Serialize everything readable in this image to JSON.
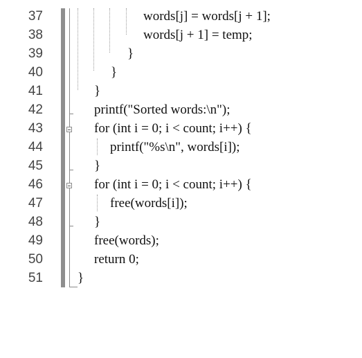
{
  "editor": {
    "lines": [
      {
        "number": "37",
        "code": "words[j] = words[j + 1];"
      },
      {
        "number": "38",
        "code": "words[j + 1] = temp;"
      },
      {
        "number": "39",
        "code": "}"
      },
      {
        "number": "40",
        "code": "}"
      },
      {
        "number": "41",
        "code": "}"
      },
      {
        "number": "42",
        "code": "printf(\"Sorted words:\\n\");"
      },
      {
        "number": "43",
        "code": "for (int i = 0; i < count; i++) {"
      },
      {
        "number": "44",
        "code": "printf(\"%s\\n\", words[i]);"
      },
      {
        "number": "45",
        "code": "}"
      },
      {
        "number": "46",
        "code": "for (int i = 0; i < count; i++) {"
      },
      {
        "number": "47",
        "code": "free(words[i]);"
      },
      {
        "number": "48",
        "code": "}"
      },
      {
        "number": "49",
        "code": "free(words);"
      },
      {
        "number": "50",
        "code": "return 0;"
      },
      {
        "number": "51",
        "code": "}"
      }
    ]
  },
  "colors": {
    "background": "#ffffff",
    "text": "#111111",
    "line_number": "#444444",
    "change_bar": "#8e8e8e"
  }
}
